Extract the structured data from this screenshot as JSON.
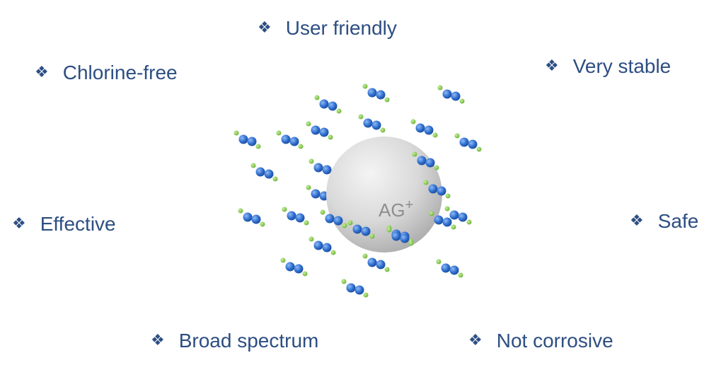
{
  "features": {
    "bullet_glyph": "❖",
    "user_friendly": "User friendly",
    "chlorine_free": "Chlorine-free",
    "very_stable": "Very stable",
    "effective": "Effective",
    "safe": "Safe",
    "broad_spectrum": "Broad spectrum",
    "not_corrosive": "Not corrosive"
  },
  "sphere": {
    "label": "AG",
    "charge": "+"
  },
  "colors": {
    "text": "#2d4e82",
    "molecule_blue": "#2f6fcf",
    "molecule_green": "#7cc242",
    "sphere_light": "#f2f2f2",
    "sphere_dark": "#b7b7b7"
  }
}
